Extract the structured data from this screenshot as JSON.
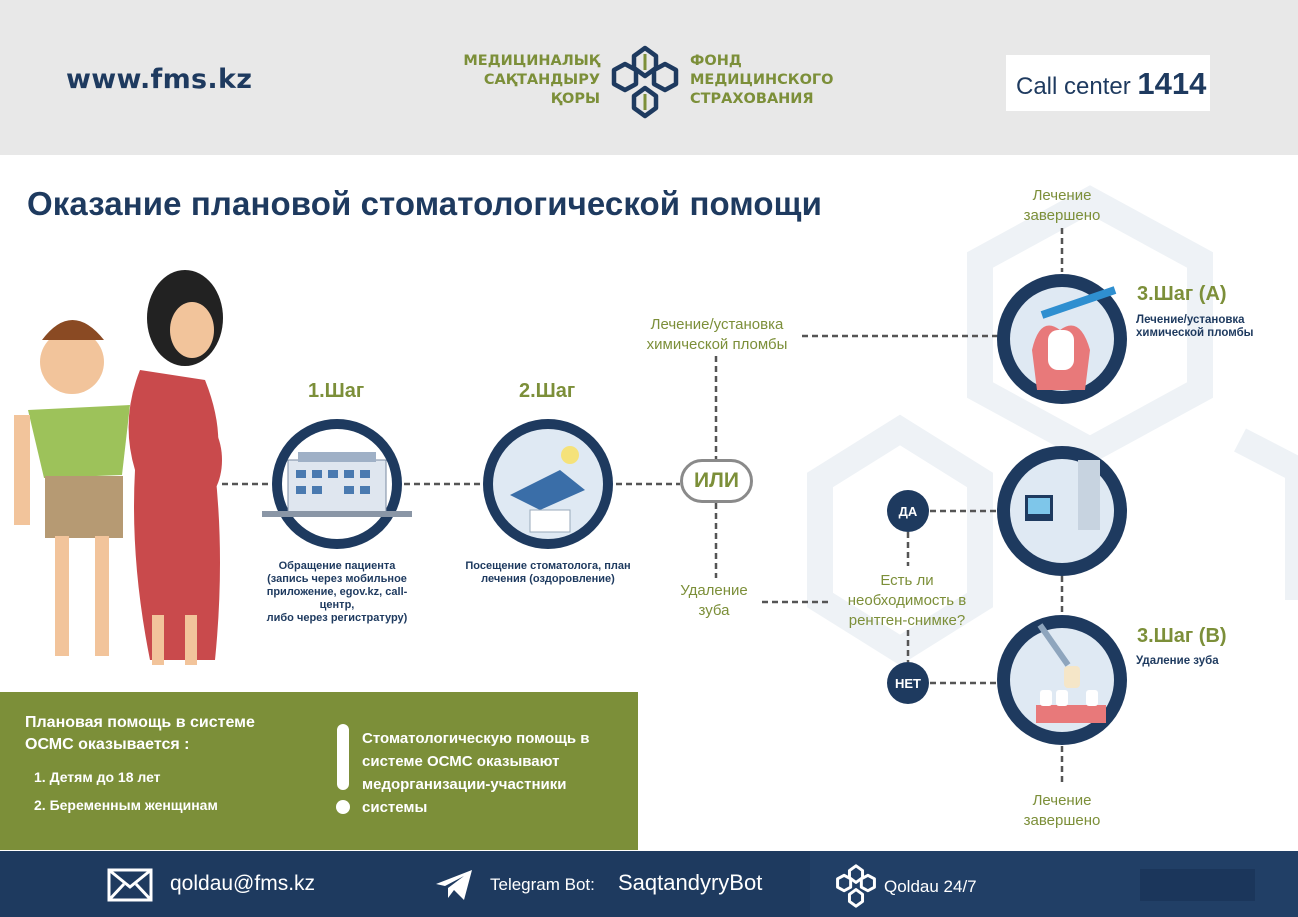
{
  "header": {
    "url": "www.fms.kz",
    "logo_kz": [
      "МЕДИЦИНАЛЫҚ",
      "САҚТАНДЫРУ",
      "ҚОРЫ"
    ],
    "logo_ru": [
      "ФОНД",
      "МЕДИЦИНСКОГО",
      "СТРАХОВАНИЯ"
    ],
    "call_center_label": "Call center",
    "call_center_number": "1414"
  },
  "title": "Оказание плановой стоматологической помощи",
  "steps": {
    "step1": {
      "label": "1.Шаг",
      "caption": [
        "Обращение пациента",
        "(запись через мобильное",
        "приложение, egov.kz, call-центр,",
        "либо через регистратуру)"
      ]
    },
    "step2": {
      "label": "2.Шаг",
      "caption": [
        "Посещение стоматолога, план",
        "лечения (оздоровление)"
      ]
    },
    "or_label": "ИЛИ",
    "branch_treatment": [
      "Лечение/установка",
      "химической пломбы"
    ],
    "branch_extraction": [
      "Удаление",
      "зуба"
    ],
    "xray_question": [
      "Есть ли",
      "необходимость в",
      "рентген-снимке?"
    ],
    "yes": "ДА",
    "no": "НЕТ",
    "step3a": {
      "label": "3.Шаг (А)",
      "caption": [
        "Лечение/установка",
        "химической пломбы"
      ]
    },
    "step3b": {
      "label": "3.Шаг (В)",
      "caption": [
        "Удаление зуба"
      ]
    },
    "done_top": [
      "Лечение",
      "завершено"
    ],
    "done_bottom": [
      "Лечение",
      "завершено"
    ]
  },
  "info": {
    "left_title": [
      "Плановая помощь в системе",
      "ОСМС оказывается :"
    ],
    "list": [
      "1. Детям до 18 лет",
      "2. Беременным женщинам"
    ],
    "right_text": [
      "Стоматологическую помощь в",
      "системе ОСМС оказывают",
      "медорганизации-участники",
      "системы"
    ]
  },
  "footer": {
    "email": "qoldau@fms.kz",
    "telegram_label": "Telegram Bot:",
    "telegram_bot": "SaqtandyryBot",
    "qoldau": "Qoldau 24/7"
  },
  "colors": {
    "navy": "#1e3a5f",
    "olive": "#7c8f39",
    "header_bg": "#e8e8e8"
  }
}
